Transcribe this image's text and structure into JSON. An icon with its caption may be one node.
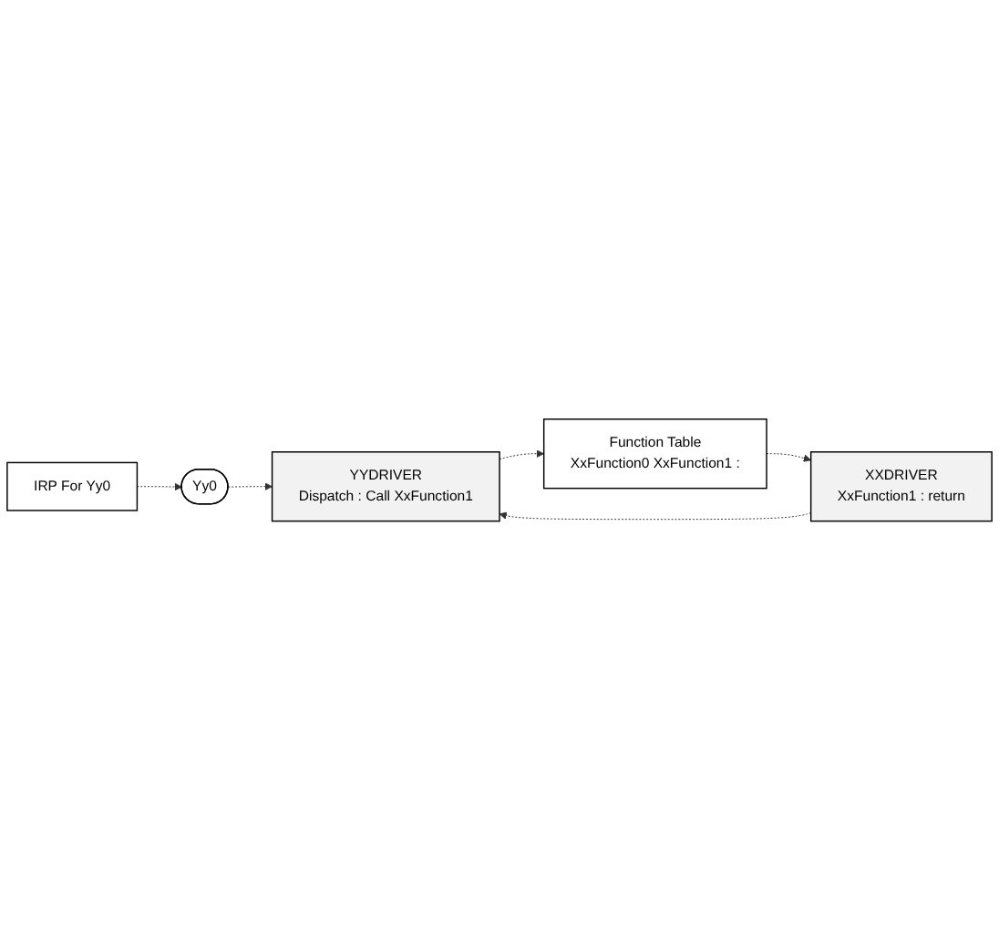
{
  "diagram": {
    "nodes": [
      {
        "text": [
          "IRP For Yy0"
        ]
      },
      {
        "text": [
          "Yy0"
        ]
      },
      {
        "text": [
          "YYDRIVER",
          "Dispatch : Call XxFunction1"
        ]
      },
      {
        "text": [
          "Function Table",
          "XxFunction0 XxFunction1 :"
        ]
      },
      {
        "text": [
          "XXDRIVER",
          "XxFunction1 : return"
        ]
      }
    ],
    "edges": [
      {
        "from": 0,
        "to": 1,
        "arrow": "to",
        "style": "dashed"
      },
      {
        "from": 1,
        "to": 2,
        "arrow": "to",
        "style": "dashed"
      },
      {
        "from": 2,
        "to": 3,
        "arrow": "to",
        "style": "dashed"
      },
      {
        "from": 3,
        "to": 4,
        "arrow": "to",
        "style": "dashed"
      },
      {
        "from": 4,
        "to": 2,
        "arrow": "to",
        "style": "dashed"
      }
    ]
  }
}
